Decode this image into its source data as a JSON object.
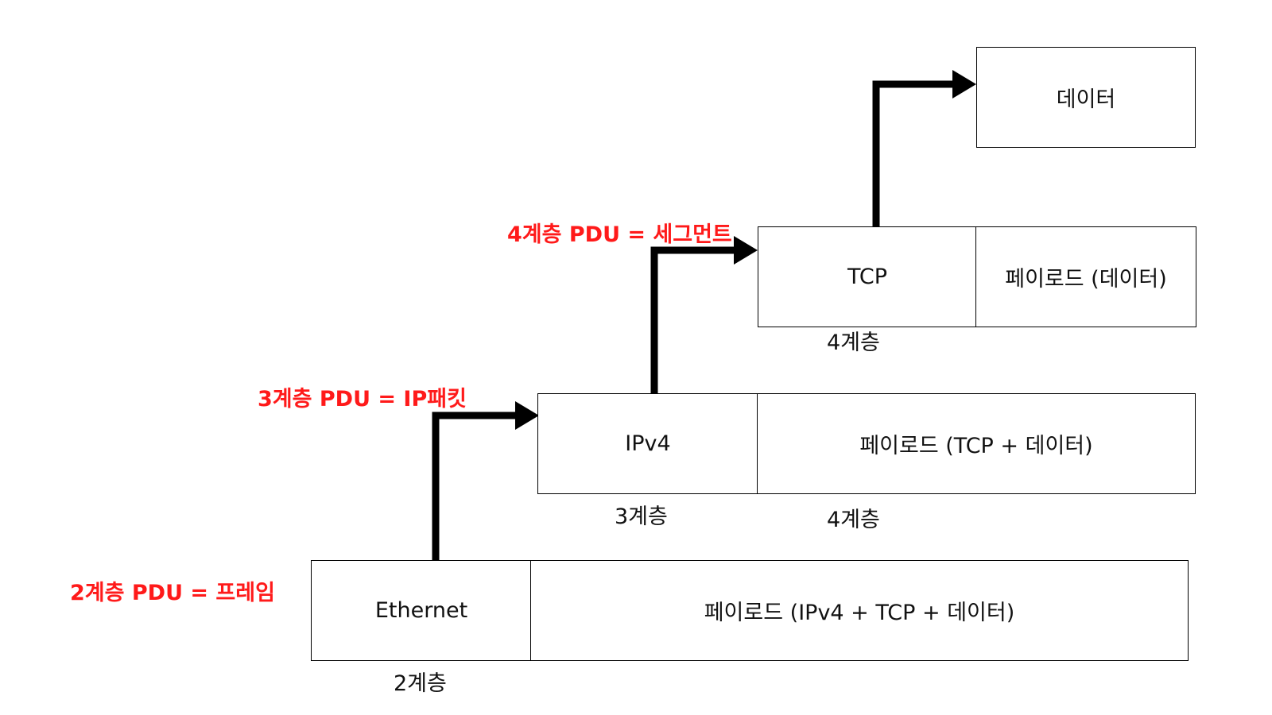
{
  "frame": {
    "pdu_label": "2계층 PDU = 프레임",
    "header": "Ethernet",
    "payload": "페이로드 (IPv4 + TCP + 데이터)",
    "header_layer": "2계층"
  },
  "packet": {
    "pdu_label": "3계층 PDU = IP패킷",
    "header": "IPv4",
    "payload": "페이로드 (TCP + 데이터)",
    "header_layer": "3계층",
    "payload_layer": "4계층"
  },
  "segment": {
    "pdu_label": "4계층 PDU = 세그먼트",
    "header": "TCP",
    "payload": "페이로드 (데이터)",
    "header_layer": "4계층"
  },
  "data": {
    "label": "데이터"
  },
  "colors": {
    "pdu_label": "#ff1a1a",
    "border": "#000000",
    "arrow": "#000000"
  }
}
